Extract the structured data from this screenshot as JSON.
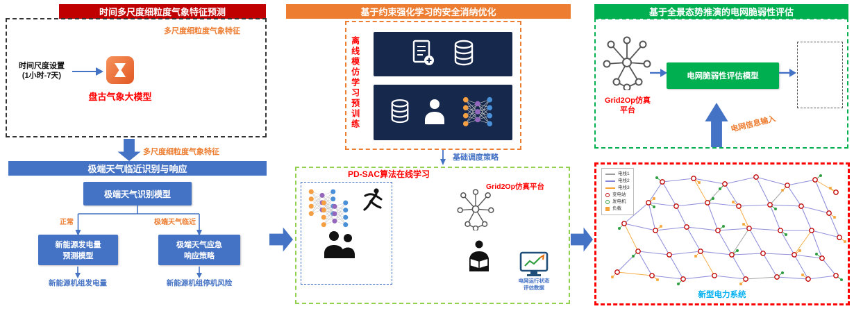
{
  "colors": {
    "red_banner": "#c00000",
    "blue": "#4472c4",
    "orange": "#ed7d31",
    "green": "#00b050",
    "navy": "#16284c",
    "cyan": "#00b0f0",
    "light_green": "#92d050"
  },
  "weather": {
    "title": "时间多尺度细粒度气象特征预测",
    "scale_setting": "时间尺度设置\n(1小时-7天)",
    "model_name": "盘古气象大模型",
    "feature_top": "多尺度细粒度气象特征",
    "feature_out": "多尺度细粒度气象特征"
  },
  "extreme": {
    "title": "极端天气临近识别与响应",
    "recognition_model": "极端天气识别模型",
    "branch_normal": "正常",
    "branch_extreme": "极端天气临近",
    "gen_forecast_model": "新能源发电量\n预测模型",
    "response_strategy": "极端天气应急\n响应策略",
    "out_left": "新能源机组发电量",
    "out_right": "新能源机组停机风险"
  },
  "safe_rl": {
    "title": "基于约束强化学习的安全消纳优化",
    "offline_label": "离线模仿学习预训练",
    "out_label": "基础调度策略"
  },
  "pdsac": {
    "title": "PD-SAC算法在线学习",
    "grid2op_label": "Grid2Op仿真平台",
    "monitor_label": "电网运行状态\n评估数据"
  },
  "vulnerability": {
    "title": "基于全景态势推演的电网脆弱性评估",
    "grid2op_label": "Grid2Op仿真\n平台",
    "model_label": "电网脆弱性评估模型",
    "input_label": "电网信息输入"
  },
  "grid_viz": {
    "caption": "新型电力系统",
    "legend": [
      {
        "label": "电线1",
        "marker": "line",
        "color": "#9a9a9a"
      },
      {
        "label": "电线2",
        "marker": "line",
        "color": "#8585d6"
      },
      {
        "label": "电线3",
        "marker": "line",
        "color": "#f4a436"
      },
      {
        "label": "变电站",
        "marker": "circle",
        "color": "#c00000"
      },
      {
        "label": "发电机",
        "marker": "circle",
        "color": "#2e9e3f"
      },
      {
        "label": "负载",
        "marker": "square",
        "color": "#f4a436"
      }
    ],
    "edge_colors": {
      "1": "#9a9a9a",
      "2": "#8585d6",
      "3": "#f4a436"
    },
    "nodes": [
      [
        95,
        25,
        "g"
      ],
      [
        140,
        20,
        "l"
      ],
      [
        185,
        28,
        "g"
      ],
      [
        230,
        18,
        ""
      ],
      [
        275,
        30,
        "l"
      ],
      [
        315,
        22,
        "g"
      ],
      [
        345,
        40,
        "l"
      ],
      [
        75,
        55,
        "gl"
      ],
      [
        115,
        60,
        ""
      ],
      [
        160,
        55,
        "g"
      ],
      [
        205,
        60,
        "l"
      ],
      [
        250,
        58,
        "g"
      ],
      [
        295,
        60,
        ""
      ],
      [
        335,
        70,
        "l"
      ],
      [
        40,
        85,
        "g"
      ],
      [
        85,
        95,
        "l"
      ],
      [
        130,
        90,
        ""
      ],
      [
        175,
        95,
        "g"
      ],
      [
        220,
        92,
        "l"
      ],
      [
        265,
        95,
        "g"
      ],
      [
        310,
        95,
        ""
      ],
      [
        350,
        105,
        "l"
      ],
      [
        60,
        125,
        "g"
      ],
      [
        105,
        130,
        ""
      ],
      [
        150,
        125,
        "l"
      ],
      [
        195,
        130,
        "g"
      ],
      [
        240,
        128,
        ""
      ],
      [
        285,
        130,
        "l"
      ],
      [
        325,
        135,
        "g"
      ],
      [
        80,
        160,
        "l"
      ],
      [
        125,
        165,
        "g"
      ],
      [
        170,
        160,
        ""
      ],
      [
        215,
        165,
        "l"
      ],
      [
        260,
        162,
        "g"
      ],
      [
        305,
        165,
        "l"
      ],
      [
        345,
        160,
        "g"
      ],
      [
        30,
        155,
        "l"
      ]
    ],
    "edges": [
      [
        1,
        2,
        2
      ],
      [
        2,
        3,
        2
      ],
      [
        3,
        4,
        2
      ],
      [
        4,
        5,
        2
      ],
      [
        5,
        6,
        2
      ],
      [
        6,
        7,
        3
      ],
      [
        1,
        8,
        2
      ],
      [
        1,
        9,
        2
      ],
      [
        2,
        10,
        3
      ],
      [
        3,
        11,
        2
      ],
      [
        4,
        12,
        2
      ],
      [
        5,
        13,
        2
      ],
      [
        6,
        14,
        2
      ],
      [
        8,
        9,
        2
      ],
      [
        9,
        10,
        2
      ],
      [
        10,
        11,
        2
      ],
      [
        11,
        12,
        2
      ],
      [
        12,
        13,
        2
      ],
      [
        13,
        14,
        2
      ],
      [
        8,
        15,
        2
      ],
      [
        8,
        16,
        2
      ],
      [
        9,
        17,
        2
      ],
      [
        10,
        18,
        2
      ],
      [
        11,
        19,
        3
      ],
      [
        12,
        20,
        2
      ],
      [
        13,
        21,
        2
      ],
      [
        14,
        22,
        2
      ],
      [
        15,
        16,
        2
      ],
      [
        16,
        17,
        2
      ],
      [
        17,
        18,
        2
      ],
      [
        18,
        19,
        2
      ],
      [
        19,
        20,
        2
      ],
      [
        20,
        21,
        2
      ],
      [
        21,
        22,
        2
      ],
      [
        15,
        23,
        3
      ],
      [
        16,
        24,
        2
      ],
      [
        17,
        25,
        2
      ],
      [
        18,
        26,
        2
      ],
      [
        19,
        27,
        2
      ],
      [
        20,
        28,
        2
      ],
      [
        21,
        29,
        2
      ],
      [
        23,
        24,
        2
      ],
      [
        24,
        25,
        2
      ],
      [
        25,
        26,
        2
      ],
      [
        26,
        27,
        2
      ],
      [
        27,
        28,
        2
      ],
      [
        28,
        29,
        2
      ],
      [
        23,
        30,
        2
      ],
      [
        24,
        31,
        2
      ],
      [
        25,
        32,
        3
      ],
      [
        26,
        33,
        2
      ],
      [
        27,
        34,
        2
      ],
      [
        28,
        35,
        2
      ],
      [
        29,
        36,
        2
      ],
      [
        30,
        31,
        2
      ],
      [
        31,
        32,
        2
      ],
      [
        32,
        33,
        2
      ],
      [
        33,
        34,
        1
      ],
      [
        34,
        35,
        2
      ],
      [
        35,
        36,
        2
      ],
      [
        37,
        23,
        2
      ],
      [
        37,
        30,
        3
      ],
      [
        3,
        10,
        1
      ],
      [
        5,
        12,
        1
      ],
      [
        19,
        26,
        1
      ],
      [
        21,
        28,
        3
      ]
    ]
  },
  "icons": {
    "pangu": "pangu-model-icon",
    "document": "document-icon",
    "database": "database-icon",
    "person": "person-icon",
    "neural_network": "neural-network-icon",
    "dancer": "dancer-icon",
    "team": "team-icon",
    "reader": "reading-person-icon",
    "monitor": "monitor-chart-icon",
    "grid_network": "grid-network-icon"
  }
}
